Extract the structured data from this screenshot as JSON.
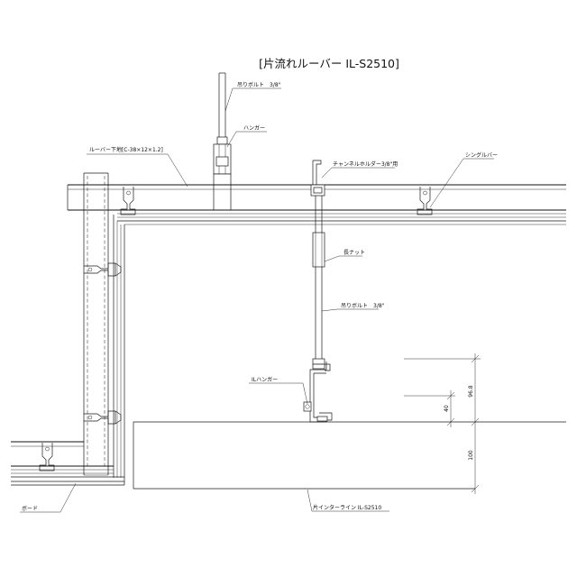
{
  "title": "[片流れルーバー IL-S2510]",
  "labels": {
    "hanging_bolt_top": "吊りボルト　3/8\"",
    "hanger": "ハンガー",
    "louver_channel": "ルーバー下地[C-38×12×1.2]",
    "channel_holder": "チャンネルホルダー3/8\"用",
    "single_bar": "シングルバー",
    "long_nut": "長ナット",
    "hanging_bolt_mid": "吊りボルト　3/8\"",
    "il_hanger": "ILハンガー",
    "board": "ボード",
    "single_interline": "片インターライン IL-S2510"
  },
  "dimensions": {
    "d40": "40",
    "d96_8": "96.8",
    "d100": "100"
  },
  "colors": {
    "line": "#1a1a1a",
    "background": "#ffffff"
  }
}
